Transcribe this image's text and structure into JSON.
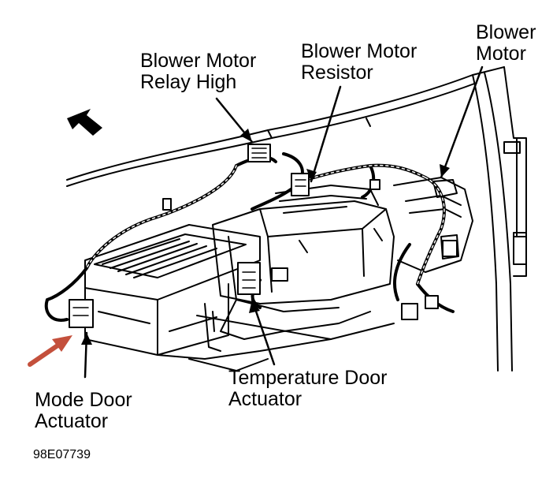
{
  "labels": {
    "relay_high": {
      "line1": "Blower Motor",
      "line2": "Relay High"
    },
    "resistor": {
      "line1": "Blower Motor",
      "line2": "Resistor"
    },
    "blower_motor": {
      "line1": "Blower",
      "line2": "Motor"
    },
    "temperature_door": {
      "line1": "Temperature Door",
      "line2": "Actuator"
    },
    "mode_door": {
      "line1": "Mode Door",
      "line2": "Actuator"
    }
  },
  "figure_id": "98E07739",
  "colors": {
    "ink": "#000000",
    "background": "#ffffff",
    "highlight_arrow": "#c4503c"
  }
}
